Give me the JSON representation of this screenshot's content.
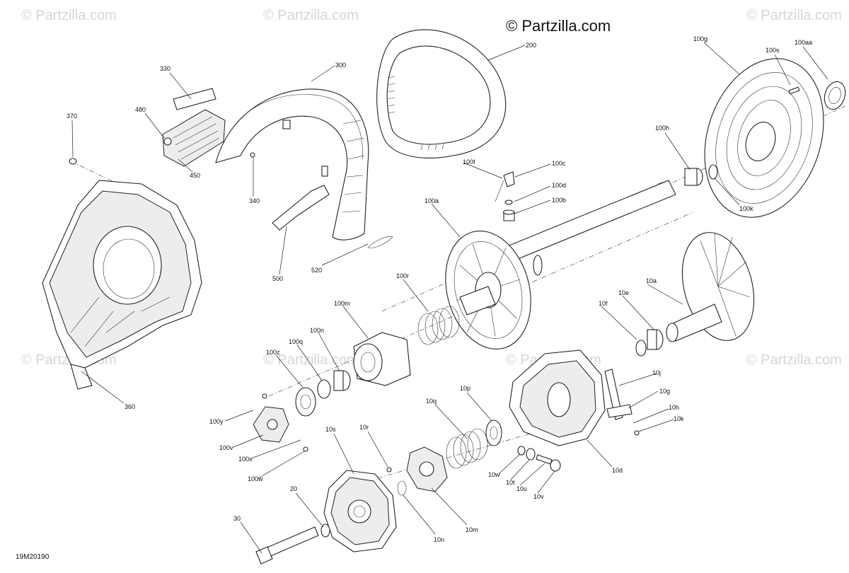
{
  "brand": {
    "text": "© Partzilla.com"
  },
  "watermark": {
    "text": "© Partzilla.com"
  },
  "diagram_code": "19M20190",
  "callouts": [
    "200",
    "300",
    "330",
    "480",
    "370",
    "450",
    "340",
    "500",
    "520",
    "360",
    "100g",
    "100s",
    "100aa",
    "100h",
    "100k",
    "100f",
    "100c",
    "100d",
    "100b",
    "100a",
    "100r",
    "100m",
    "100n",
    "100q",
    "100z",
    "100y",
    "100v",
    "100x",
    "100w",
    "10a",
    "10e",
    "10f",
    "10j",
    "10g",
    "10h",
    "10k",
    "10p",
    "10q",
    "10r",
    "10s",
    "10n",
    "10m",
    "10w",
    "10t",
    "10u",
    "10v",
    "10d",
    "20",
    "30"
  ]
}
